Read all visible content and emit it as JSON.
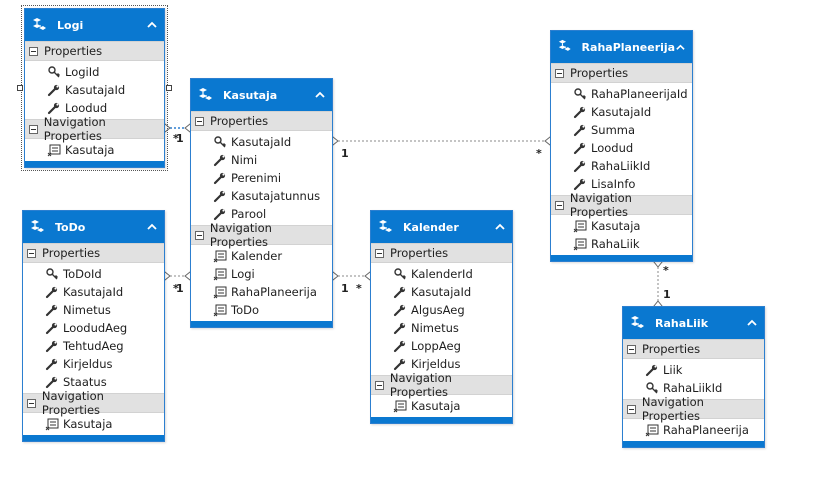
{
  "section_labels": {
    "properties": "Properties",
    "navigation": "Navigation Properties"
  },
  "entities": [
    {
      "id": "logi",
      "title": "Logi",
      "properties": [
        {
          "name": "LogiId",
          "key": true
        },
        {
          "name": "KasutajaId"
        },
        {
          "name": "Loodud"
        }
      ],
      "navigation": [
        "Kasutaja"
      ]
    },
    {
      "id": "kasutaja",
      "title": "Kasutaja",
      "properties": [
        {
          "name": "KasutajaId",
          "key": true
        },
        {
          "name": "Nimi"
        },
        {
          "name": "Perenimi"
        },
        {
          "name": "Kasutajatunnus"
        },
        {
          "name": "Parool"
        }
      ],
      "navigation": [
        "Kalender",
        "Logi",
        "RahaPlaneerija",
        "ToDo"
      ]
    },
    {
      "id": "rahaplaneerija",
      "title": "RahaPlaneerija",
      "properties": [
        {
          "name": "RahaPlaneerijaId",
          "key": true
        },
        {
          "name": "KasutajaId"
        },
        {
          "name": "Summa"
        },
        {
          "name": "Loodud"
        },
        {
          "name": "RahaLiikId"
        },
        {
          "name": "LisaInfo"
        }
      ],
      "navigation": [
        "Kasutaja",
        "RahaLiik"
      ]
    },
    {
      "id": "todo",
      "title": "ToDo",
      "properties": [
        {
          "name": "ToDoId",
          "key": true
        },
        {
          "name": "KasutajaId"
        },
        {
          "name": "Nimetus"
        },
        {
          "name": "LoodudAeg"
        },
        {
          "name": "TehtudAeg"
        },
        {
          "name": "Kirjeldus"
        },
        {
          "name": "Staatus"
        }
      ],
      "navigation": [
        "Kasutaja"
      ]
    },
    {
      "id": "kalender",
      "title": "Kalender",
      "properties": [
        {
          "name": "KalenderId",
          "key": true
        },
        {
          "name": "KasutajaId"
        },
        {
          "name": "AlgusAeg"
        },
        {
          "name": "Nimetus"
        },
        {
          "name": "LoppAeg"
        },
        {
          "name": "Kirjeldus"
        }
      ],
      "navigation": [
        "Kasutaja"
      ]
    },
    {
      "id": "rahaliik",
      "title": "RahaLiik",
      "properties": [
        {
          "name": "Liik"
        },
        {
          "name": "RahaLiikId",
          "key": true
        }
      ],
      "navigation": [
        "RahaPlaneerija"
      ]
    }
  ],
  "associations": [
    {
      "id": "logi-kasutaja",
      "from": "logi",
      "to": "kasutaja",
      "from_mult": "*",
      "to_mult": "1"
    },
    {
      "id": "kasutaja-rahaplaneerija",
      "from": "kasutaja",
      "to": "rahaplaneerija",
      "from_mult": "1",
      "to_mult": "*"
    },
    {
      "id": "todo-kasutaja",
      "from": "todo",
      "to": "kasutaja",
      "from_mult": "*",
      "to_mult": "1"
    },
    {
      "id": "kasutaja-kalender",
      "from": "kasutaja",
      "to": "kalender",
      "from_mult": "1",
      "to_mult": "*"
    },
    {
      "id": "rahaplaneerija-rahaliik",
      "from": "rahaplaneerija",
      "to": "rahaliik",
      "from_mult": "*",
      "to_mult": "1"
    }
  ],
  "colors": {
    "header": "#0a78d0",
    "section": "#e1e1e1",
    "body": "#ffffff",
    "link": "#888888"
  }
}
